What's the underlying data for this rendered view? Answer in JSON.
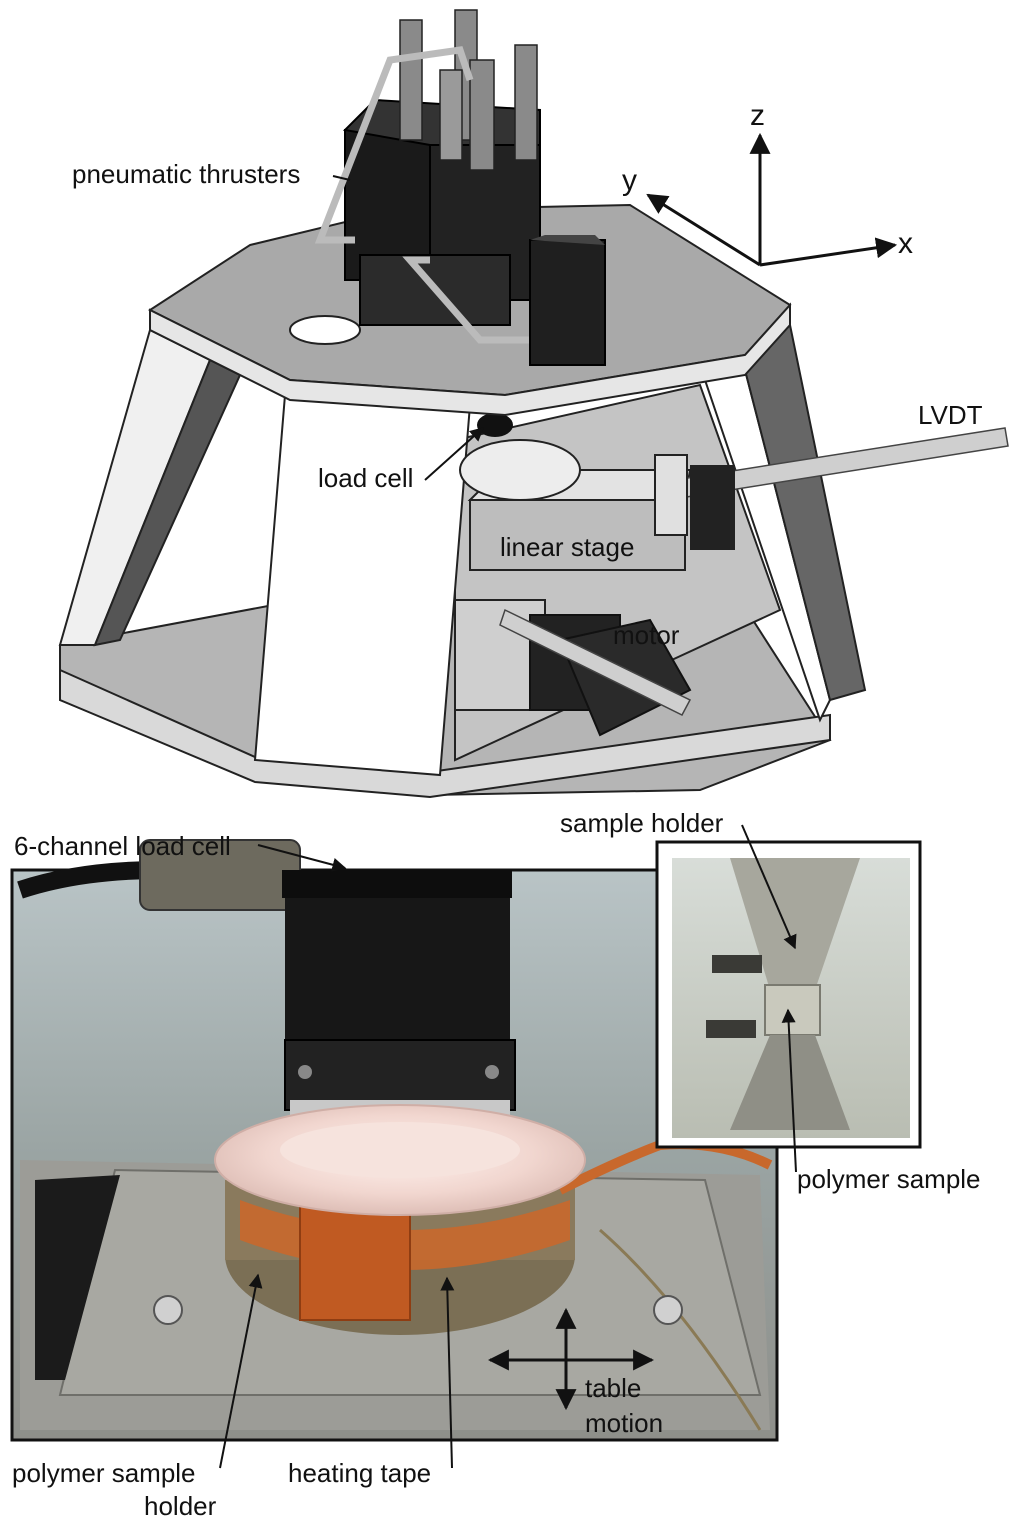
{
  "cad_view": {
    "labels": {
      "pneumatic_thrusters": "pneumatic thrusters",
      "load_cell": "load cell",
      "linear_stage": "linear stage",
      "motor": "motor",
      "lvdt": "LVDT"
    },
    "axes": {
      "x": "x",
      "y": "y",
      "z": "z"
    }
  },
  "photo_view": {
    "labels": {
      "six_channel_load_cell": "6-channel load cell",
      "sample_holder": "sample holder",
      "polymer_sample": "polymer sample",
      "table_motion_line1": "table",
      "table_motion_line2": "motion",
      "polymer_sample_holder_line1": "polymer sample",
      "polymer_sample_holder_line2": "holder",
      "heating_tape": "heating tape"
    }
  }
}
